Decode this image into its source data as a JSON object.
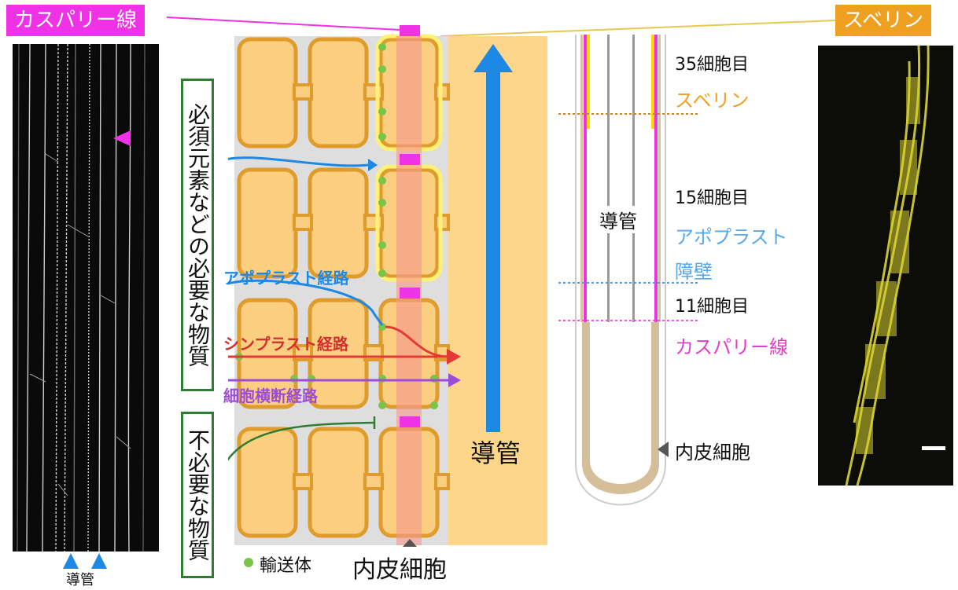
{
  "labels": {
    "casparian_strip_top": "カスパリー線",
    "suberin_top": "スベリン",
    "left_xylem": "導管",
    "essential_nutrients": "必須元素などの必要な物質",
    "unnecessary_substances": "不必要な物質",
    "apoplast_pathway": "アポプラスト経路",
    "symplast_pathway": "シンプラスト経路",
    "transcellular_pathway": "細胞横断経路",
    "center_xylem": "導管",
    "transporter_legend": "輸送体",
    "endodermis_bottom": "内皮細胞",
    "cell_35": "35細胞目",
    "suberin_mid": "スベリン",
    "cell_15": "15細胞目",
    "apoplast_barrier_1": "アポプラスト",
    "apoplast_barrier_2": "障壁",
    "cell_11": "11細胞目",
    "casparian_strip_mid": "カスパリー線",
    "root_xylem": "導管",
    "root_endodermis": "内皮細胞"
  },
  "colors": {
    "casparian": "#f032e6",
    "suberin": "#f0a020",
    "apoplast": "#1e88e5",
    "symplast": "#e53935",
    "transcellular": "#9c4dd8",
    "transporter": "#7bc44a",
    "cell_wall": "#e09b2d",
    "cell_fill": "#fccf80",
    "stele": "#fdd68c",
    "box_border": "#2e7d32"
  },
  "icons": [
    "pink-arrowhead-icon",
    "blue-arrowhead-icon",
    "up-arrow-icon",
    "gray-arrowhead-icon",
    "green-dot-icon"
  ]
}
